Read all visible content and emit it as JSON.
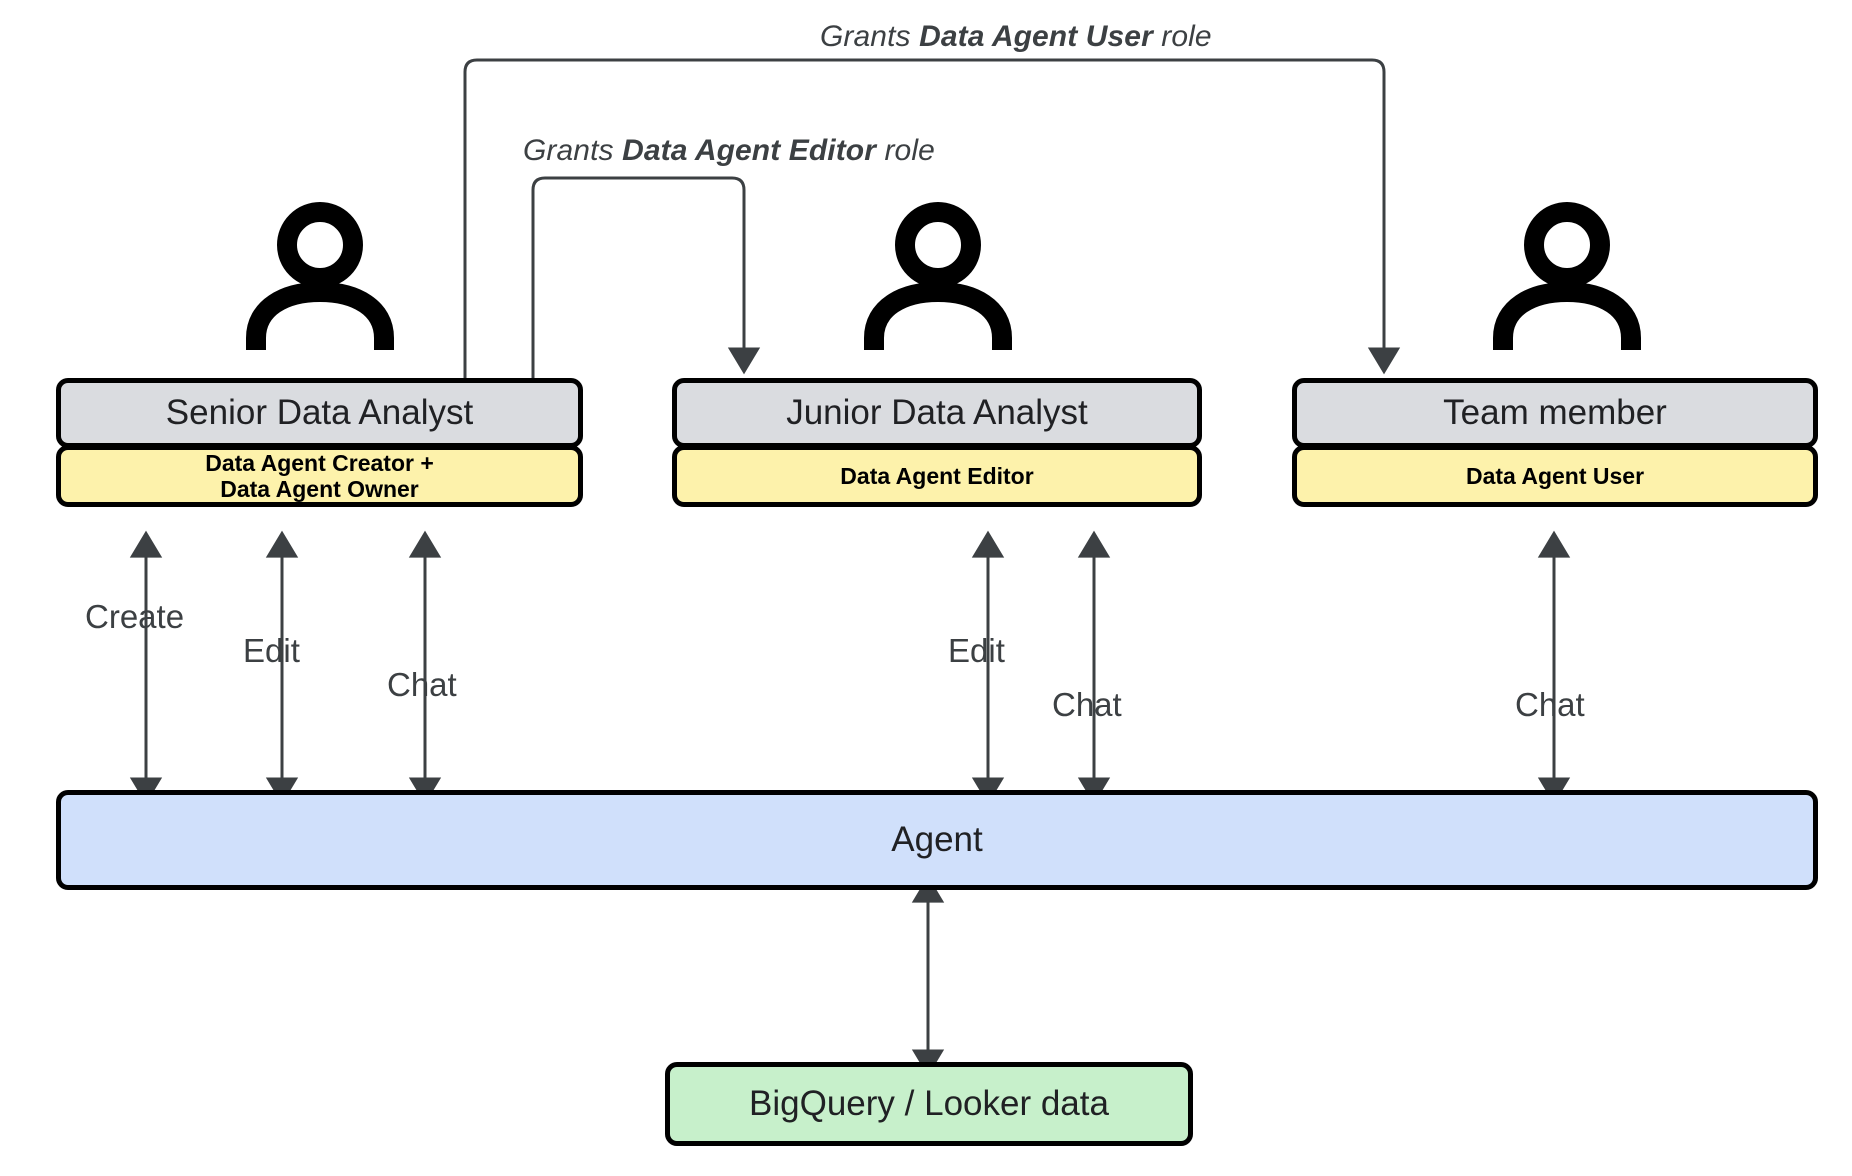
{
  "diagram": {
    "title": "Data Agent roles and permissions diagram",
    "colors": {
      "title_box_fill": "#dadce0",
      "role_box_fill": "#fdf2ab",
      "agent_fill": "#d0e0fb",
      "data_fill": "#c7f0cb",
      "stroke": "#000000",
      "connector": "#3c4043",
      "text": "#202124"
    }
  },
  "grants": [
    {
      "prefix": "Grants ",
      "role": "Data Agent User",
      "suffix": " role",
      "from": "Senior Data Analyst",
      "to": "Team member"
    },
    {
      "prefix": "Grants ",
      "role": "Data Agent Editor",
      "suffix": " role",
      "from": "Senior Data Analyst",
      "to": "Junior Data Analyst"
    }
  ],
  "personas": [
    {
      "icon": "person-icon",
      "title": "Senior Data Analyst",
      "role_line1": "Data Agent Creator +",
      "role_line2": "Data Agent Owner",
      "actions": [
        "Create",
        "Edit",
        "Chat"
      ]
    },
    {
      "icon": "person-icon",
      "title": "Junior Data Analyst",
      "role_line1": "Data Agent Editor",
      "role_line2": "",
      "actions": [
        "Edit",
        "Chat"
      ]
    },
    {
      "icon": "person-icon",
      "title": "Team member",
      "role_line1": "Data Agent User",
      "role_line2": "",
      "actions": [
        "Chat"
      ]
    }
  ],
  "agent": {
    "label": "Agent"
  },
  "datasource": {
    "label": "BigQuery / Looker data"
  }
}
